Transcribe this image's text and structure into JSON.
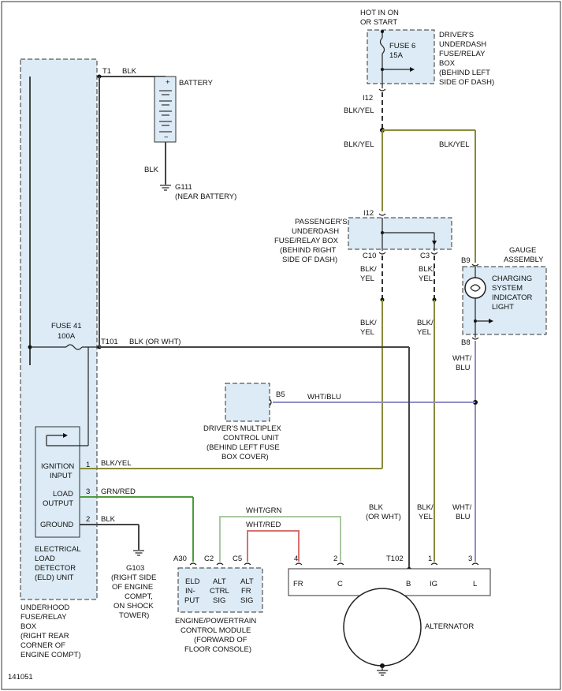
{
  "footer_code": "141051",
  "battery": {
    "t1": "T1",
    "t1_wire": "BLK",
    "label": "BATTERY",
    "gnd_wire": "BLK",
    "ground": "G111",
    "ground_loc": "(NEAR BATTERY)"
  },
  "hot": {
    "line1": "HOT IN ON",
    "line2": "OR START"
  },
  "drivers_box": {
    "fuse": "FUSE 6",
    "amps": "15A",
    "lines": [
      "DRIVER'S",
      "UNDERDASH",
      "FUSE/RELAY",
      "BOX",
      "(BEHIND LEFT",
      "SIDE OF DASH)"
    ],
    "pin": "I12"
  },
  "wires": {
    "blkyel_top": "BLK/YEL",
    "blkyel_left": "BLK/YEL",
    "blkyel_right": "BLK/YEL",
    "c10_a": "BLK/",
    "c10_b": "YEL",
    "c3_a": "BLK/",
    "c3_b": "YEL",
    "c10_low_a": "BLK/",
    "c10_low_b": "YEL",
    "c3_low_a": "BLK/",
    "c3_low_b": "YEL",
    "b8_a": "WHT/",
    "b8_b": "BLU",
    "b5": "WHT/BLU",
    "ign": "BLK/YEL",
    "load": "GRN/RED",
    "gnd": "BLK",
    "t101": "BLK (OR WHT)",
    "b_a": "BLK",
    "b_b": "(OR WHT)",
    "ig_a": "BLK/",
    "ig_b": "YEL",
    "l_a": "WHT/",
    "l_b": "BLU",
    "whtgrn": "WHT/GRN",
    "whtred": "WHT/RED"
  },
  "pass_box": {
    "lines": [
      "PASSENGER'S",
      "UNDERDASH",
      "FUSE/RELAY BOX",
      "(BEHIND RIGHT",
      "SIDE OF DASH)"
    ],
    "pin_top": "I12",
    "pin_c10": "C10",
    "pin_c3": "C3"
  },
  "gauge": {
    "title1": "GAUGE",
    "title2": "ASSEMBLY",
    "lines": [
      "CHARGING",
      "SYSTEM",
      "INDICATOR",
      "LIGHT"
    ],
    "pin_top": "B9",
    "pin_bot": "B8"
  },
  "multiplex": {
    "pin": "B5",
    "lines": [
      "DRIVER'S MULTIPLEX",
      "CONTROL UNIT",
      "(BEHIND LEFT FUSE",
      "BOX COVER)"
    ]
  },
  "underhood": {
    "fuse": "FUSE 41",
    "amps": "100A",
    "t101": "T101",
    "lines": [
      "UNDERHOOD",
      "FUSE/RELAY",
      "BOX",
      "(RIGHT REAR",
      "CORNER OF",
      "ENGINE COMPT)"
    ]
  },
  "eld": {
    "ign_a": "IGNITION",
    "ign_b": "INPUT",
    "load_a": "LOAD",
    "load_b": "OUTPUT",
    "gnd": "GROUND",
    "pin1": "1",
    "pin3": "3",
    "pin2": "2",
    "lines": [
      "ELECTRICAL",
      "LOAD",
      "DETECTOR",
      "(ELD) UNIT"
    ]
  },
  "g103": {
    "name": "G103",
    "lines": [
      "(RIGHT SIDE",
      "OF ENGINE",
      "COMPT,",
      "ON SHOCK",
      "TOWER)"
    ]
  },
  "ecm": {
    "pins": [
      "A30",
      "C2",
      "C5"
    ],
    "sig1": [
      "ELD",
      "IN-",
      "PUT"
    ],
    "sig2": [
      "ALT",
      "CTRL",
      "SIG"
    ],
    "sig3": [
      "ALT",
      "FR",
      "SIG"
    ],
    "lines": [
      "ENGINE/POWERTRAIN",
      "CONTROL MODULE",
      "(FORWARD OF",
      "FLOOR CONSOLE)"
    ]
  },
  "alternator": {
    "label": "ALTERNATOR",
    "t102": "T102",
    "pins": [
      "4",
      "2",
      "1",
      "3"
    ],
    "terms": [
      "FR",
      "C",
      "B",
      "IG",
      "L"
    ]
  }
}
